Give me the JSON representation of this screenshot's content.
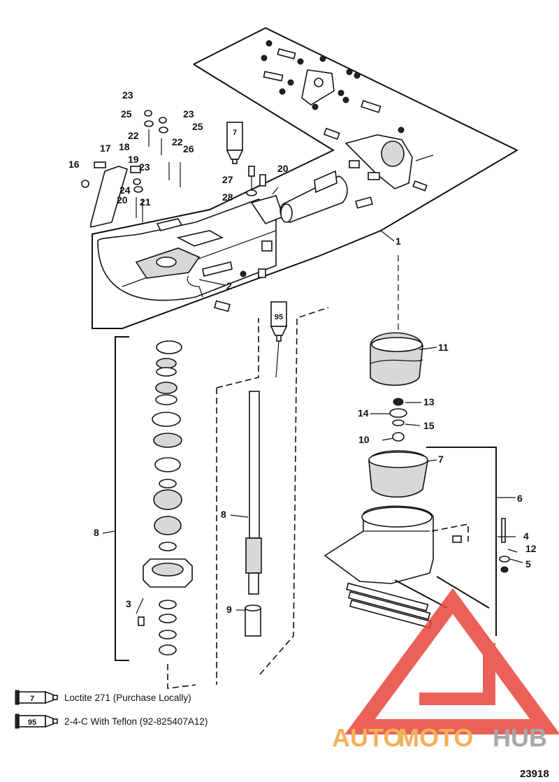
{
  "callouts": {
    "c1": "1",
    "c2": "2",
    "c3": "3",
    "c4": "4",
    "c5": "5",
    "c6": "6",
    "c7a": "7",
    "c7b": "7",
    "c8a": "8",
    "c8b": "8",
    "c9": "9",
    "c10": "10",
    "c11": "11",
    "c12": "12",
    "c13": "13",
    "c14": "14",
    "c15": "15",
    "c16": "16",
    "c17": "17",
    "c18": "18",
    "c19": "19",
    "c20a": "20",
    "c20b": "20",
    "c21": "21",
    "c22a": "22",
    "c22b": "22",
    "c23a": "23",
    "c23b": "23",
    "c23c": "23",
    "c24": "24",
    "c25a": "25",
    "c25b": "25",
    "c26": "26",
    "c27": "27",
    "c28": "28"
  },
  "tubes": {
    "upper": "7",
    "middle": "95"
  },
  "legend": {
    "item1": {
      "code": "7",
      "text": "Loctite 271 (Purchase Locally)"
    },
    "item2": {
      "code": "95",
      "text": "2-4-C  With Teflon (92-825407A12)"
    }
  },
  "figure_number": "23918",
  "watermark": {
    "part1": "AUTO",
    "part2": "MOTO",
    "part3": "HUB",
    "color_red": "#e8463c",
    "color_orange": "#f2a33a",
    "color_gray": "#9a9a9a"
  }
}
